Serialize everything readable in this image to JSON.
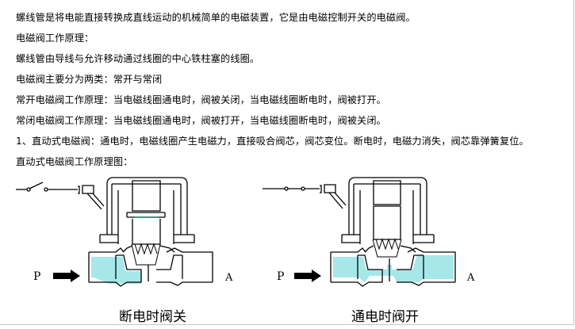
{
  "paragraphs": [
    "螺线管是将电能直接转换成直线运动的机械简单的电磁装置，它是由电磁控制开关的电磁阀。",
    "电磁阀工作原理：",
    "螺线管由导线与允许移动通过线圈的中心铁柱塞的线圈。",
    "电磁阀主要分为两类：常开与常闭",
    "常开电磁阀工作原理：当电磁线圈通电时，阀被关闭，当电磁线圈断电时，阀被打开。",
    "常闭电磁阀工作原理：当电磁线圈通电时，阀被打开，当电磁线圈断电时，阀被关闭。",
    "1、直动式电磁阀：通电时，电磁线圈产生电磁力，直接吸合阀芯，阀芯变位。断电时，电磁力消失，阀芯靠弹簧复位。",
    "直动式电磁阀工作原理图："
  ],
  "diagrams": {
    "left": {
      "caption": "断电时阀关",
      "inlet_label": "P",
      "outlet_label": "A"
    },
    "right": {
      "caption": "通电时阀开",
      "inlet_label": "P",
      "outlet_label": "A"
    }
  },
  "colors": {
    "fluid": "#a6e8ea",
    "line": "#000000",
    "background": "#ffffff"
  }
}
